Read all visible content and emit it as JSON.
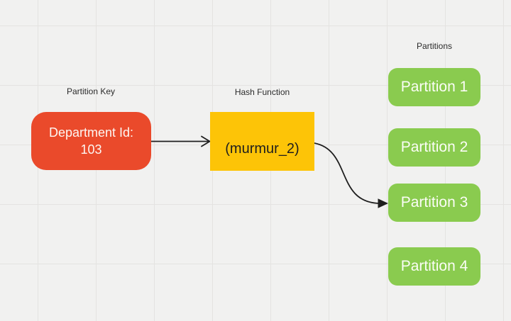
{
  "canvas": {
    "background": "#F1F1F0",
    "grid_line_color": "#E4E3E1"
  },
  "labels": {
    "partition_key": "Partition Key",
    "hash_function": "Hash Function",
    "partitions": "Partitions"
  },
  "nodes": {
    "partition_key": {
      "line1": "Department Id:",
      "line2": "103",
      "fill": "#EA4A2B",
      "text_color": "#FFFFFF"
    },
    "hash_function": {
      "text": "(murmur_2)",
      "fill": "#FDC407",
      "text_color": "#1E1E1E"
    }
  },
  "partitions": {
    "fill": "#8ACB4F",
    "text_color": "#FFFFFF",
    "items": [
      {
        "label": "Partition 1"
      },
      {
        "label": "Partition 2"
      },
      {
        "label": "Partition 3"
      },
      {
        "label": "Partition 4"
      }
    ]
  },
  "arrows": {
    "color": "#1E1E1E",
    "connections": [
      {
        "from": "partition-key-node",
        "to": "hash-function-node",
        "style": "straight"
      },
      {
        "from": "hash-function-node",
        "to": "partition-3",
        "style": "curved"
      }
    ]
  }
}
